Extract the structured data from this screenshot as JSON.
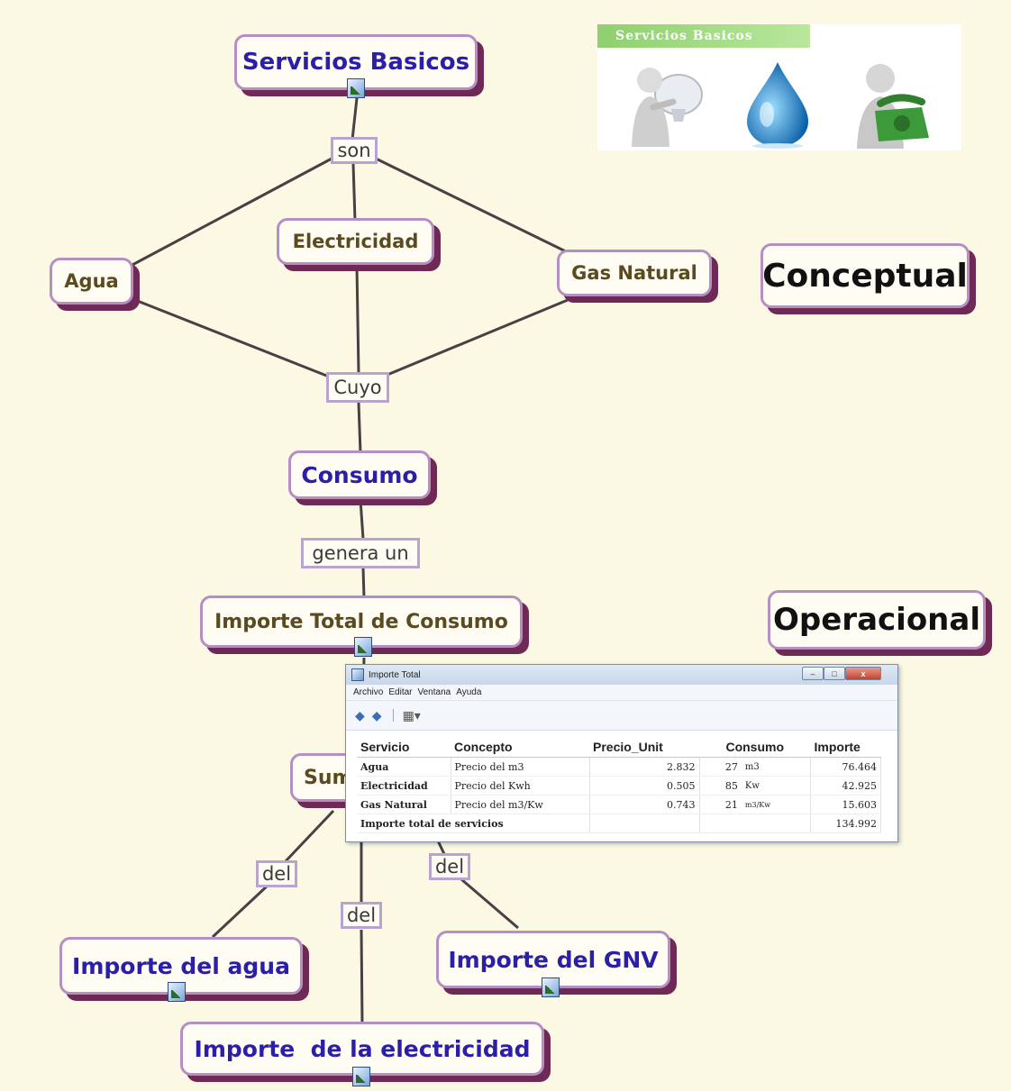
{
  "nodes": {
    "servicios_basicos": "Servicios Basicos",
    "agua": "Agua",
    "electricidad": "Electricidad",
    "gas_natural": "Gas Natural",
    "conceptual": "Conceptual",
    "consumo": "Consumo",
    "importe_total": "Importe Total de Consumo",
    "operacional": "Operacional",
    "suma": "Sum",
    "importe_agua": "Importe del agua",
    "importe_gnv": "Importe del GNV",
    "importe_electricidad": "Importe  de la electricidad"
  },
  "linking_words": {
    "son": "son",
    "cuyo": "Cuyo",
    "genera_un": "genera un",
    "del_left": "del",
    "del_center": "del",
    "del_right": "del"
  },
  "header_image": {
    "banner": "Servicios Basicos",
    "icons": [
      "light-bulb-person-icon",
      "water-drop-icon",
      "telephone-person-icon"
    ]
  },
  "window": {
    "title": "Importe Total",
    "menu": [
      "Archivo",
      "Editar",
      "Ventana",
      "Ayuda"
    ],
    "close_label": "x",
    "columns": [
      "Servicio",
      "Concepto",
      "Precio_Unit",
      "Consumo",
      "Importe"
    ],
    "rows": [
      {
        "servicio": "Agua",
        "concepto": "Precio del m3",
        "precio": "2.832",
        "consumo": "27",
        "unidad": "m3",
        "importe": "76.464"
      },
      {
        "servicio": "Electricidad",
        "concepto": "Precio del Kwh",
        "precio": "0.505",
        "consumo": "85",
        "unidad": "Kw",
        "importe": "42.925"
      },
      {
        "servicio": "Gas Natural",
        "concepto": "Precio del m3/Kw",
        "precio": "0.743",
        "consumo": "21",
        "unidad": "m3/Kw",
        "importe": "15.603"
      }
    ],
    "total_label": "Importe total de servicios",
    "total_value": "134.992"
  },
  "colors": {
    "background": "#fbf8e3",
    "node_border": "#b58fc4",
    "node_shadow": "#6e2a55",
    "node_text_blue": "#2a1fa6",
    "node_text_olive": "#5a4a20",
    "edge": "#4a3f44"
  }
}
